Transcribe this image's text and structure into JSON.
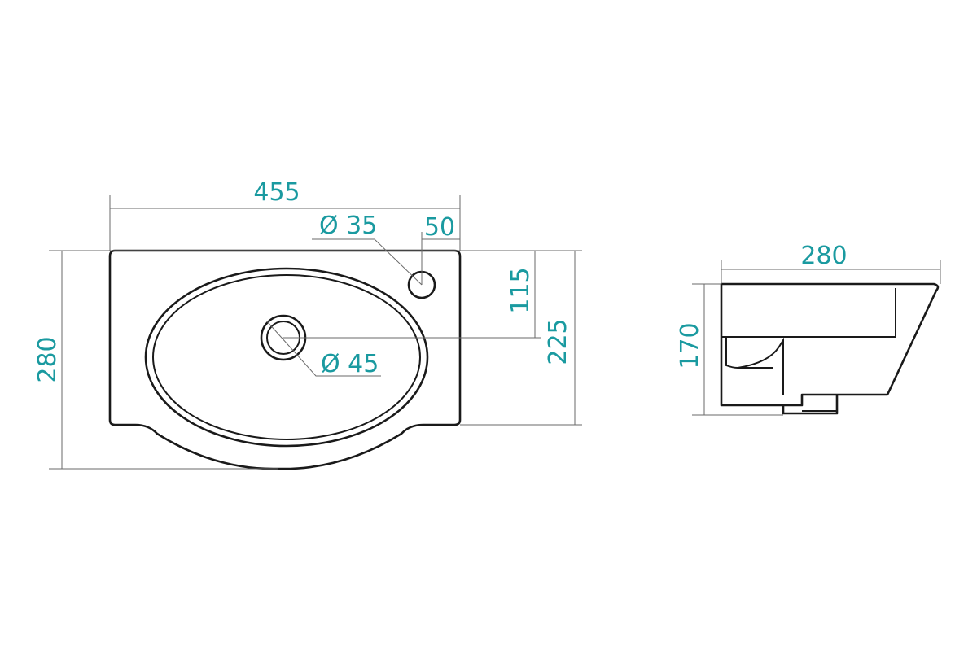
{
  "theme": {
    "dimension_color": "#1a9aa0",
    "outline_color": "#1a1a1a",
    "extension_line_color": "#6a6a6a"
  },
  "top_view": {
    "width_label": "455",
    "depth_label": "280",
    "tap_hole_label": "Ø 35",
    "tap_offset_label": "50",
    "tap_to_drain_label": "115",
    "drain_to_back_label": "225",
    "drain_label": "Ø 45"
  },
  "side_view": {
    "depth_label": "280",
    "height_label": "170"
  }
}
